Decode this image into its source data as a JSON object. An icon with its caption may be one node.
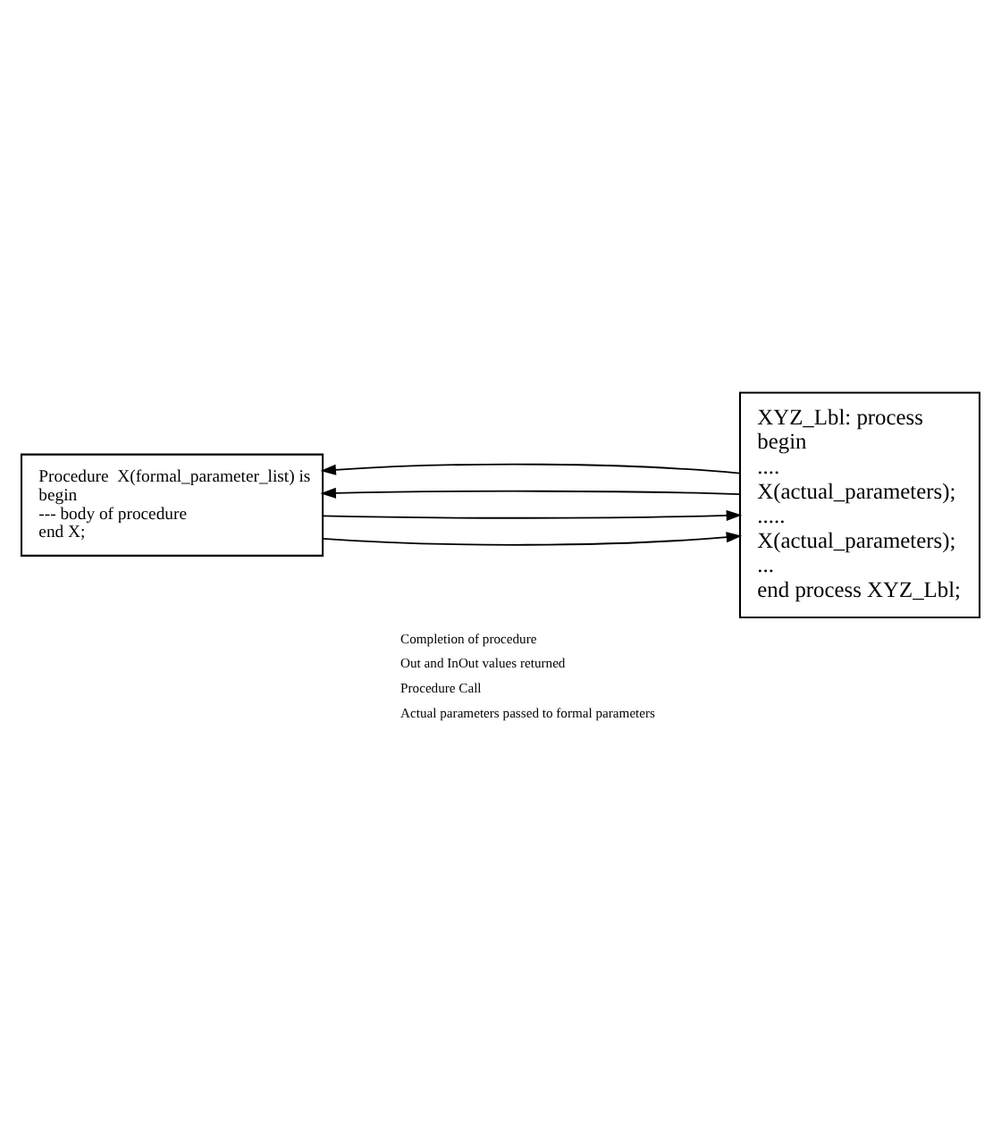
{
  "diagram": {
    "nodes": [
      {
        "text": [
          "Procedure  X(formal_parameter_list) is",
          "begin",
          "--- body of procedure",
          "end X;"
        ]
      },
      {
        "text": [
          "XYZ_Lbl: process",
          "begin",
          "....",
          "X(actual_parameters);",
          ".....",
          "X(actual_parameters);",
          "...",
          "end process XYZ_Lbl;"
        ]
      }
    ],
    "edges": [
      {
        "from": 0,
        "to": 1,
        "arrow": "to"
      },
      {
        "from": 0,
        "to": 1,
        "arrow": "to"
      },
      {
        "from": 1,
        "to": 0,
        "arrow": "to"
      },
      {
        "from": 1,
        "to": 0,
        "arrow": "to"
      }
    ],
    "labels": [
      "Completion of procedure",
      "Out and InOut values returned",
      "Procedure Call",
      "Actual parameters passed to formal parameters"
    ]
  }
}
